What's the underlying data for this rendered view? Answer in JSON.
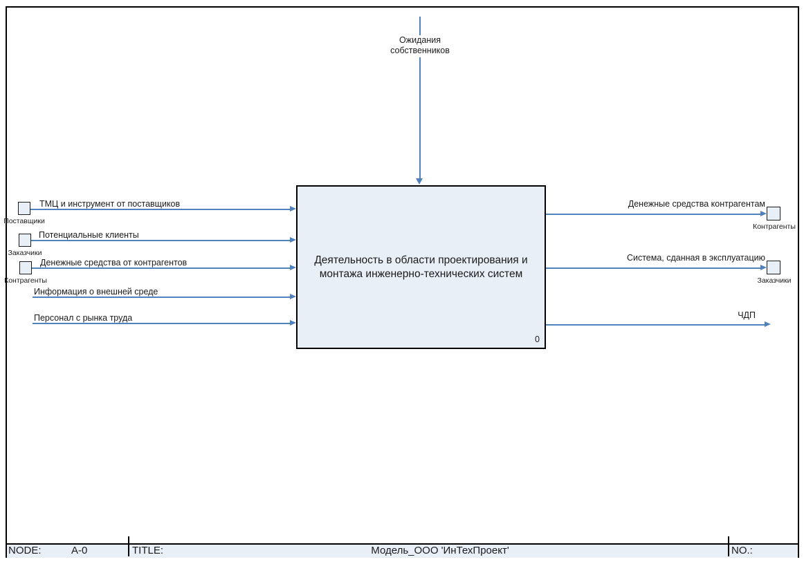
{
  "colors": {
    "arrow": "#4f81bd",
    "box-fill": "#e9eff7",
    "bar-fill": "#e9eff7",
    "frame-border": "#000000",
    "text": "#1a1a1a"
  },
  "control_arrow": {
    "label": "Ожидания собственников"
  },
  "activity_box": {
    "title": "Деятельность в области проектирования и монтажа инженерно-технических систем",
    "node_number": "0"
  },
  "inputs": [
    {
      "label": "ТМЦ и инструмент от поставщиков",
      "entity": "Поставщики"
    },
    {
      "label": "Потенциальные клиенты",
      "entity": "Заказчики"
    },
    {
      "label": "Денежные средства от контрагентов",
      "entity": "Контрагенты"
    },
    {
      "label": "Информация о внешней среде"
    },
    {
      "label": "Персонал с рынка труда"
    }
  ],
  "outputs": [
    {
      "label": "Денежные средства контрагентам",
      "entity": "Контрагенты"
    },
    {
      "label": "Система, сданная в эксплуатацию",
      "entity": "Заказчики"
    },
    {
      "label": "ЧДП"
    }
  ],
  "footer": {
    "node_label": "NODE:",
    "node_value": "A-0",
    "title_label": "TITLE:",
    "title_value": "Модель_ООО 'ИнТехПроект'",
    "no_label": "NO.:"
  }
}
